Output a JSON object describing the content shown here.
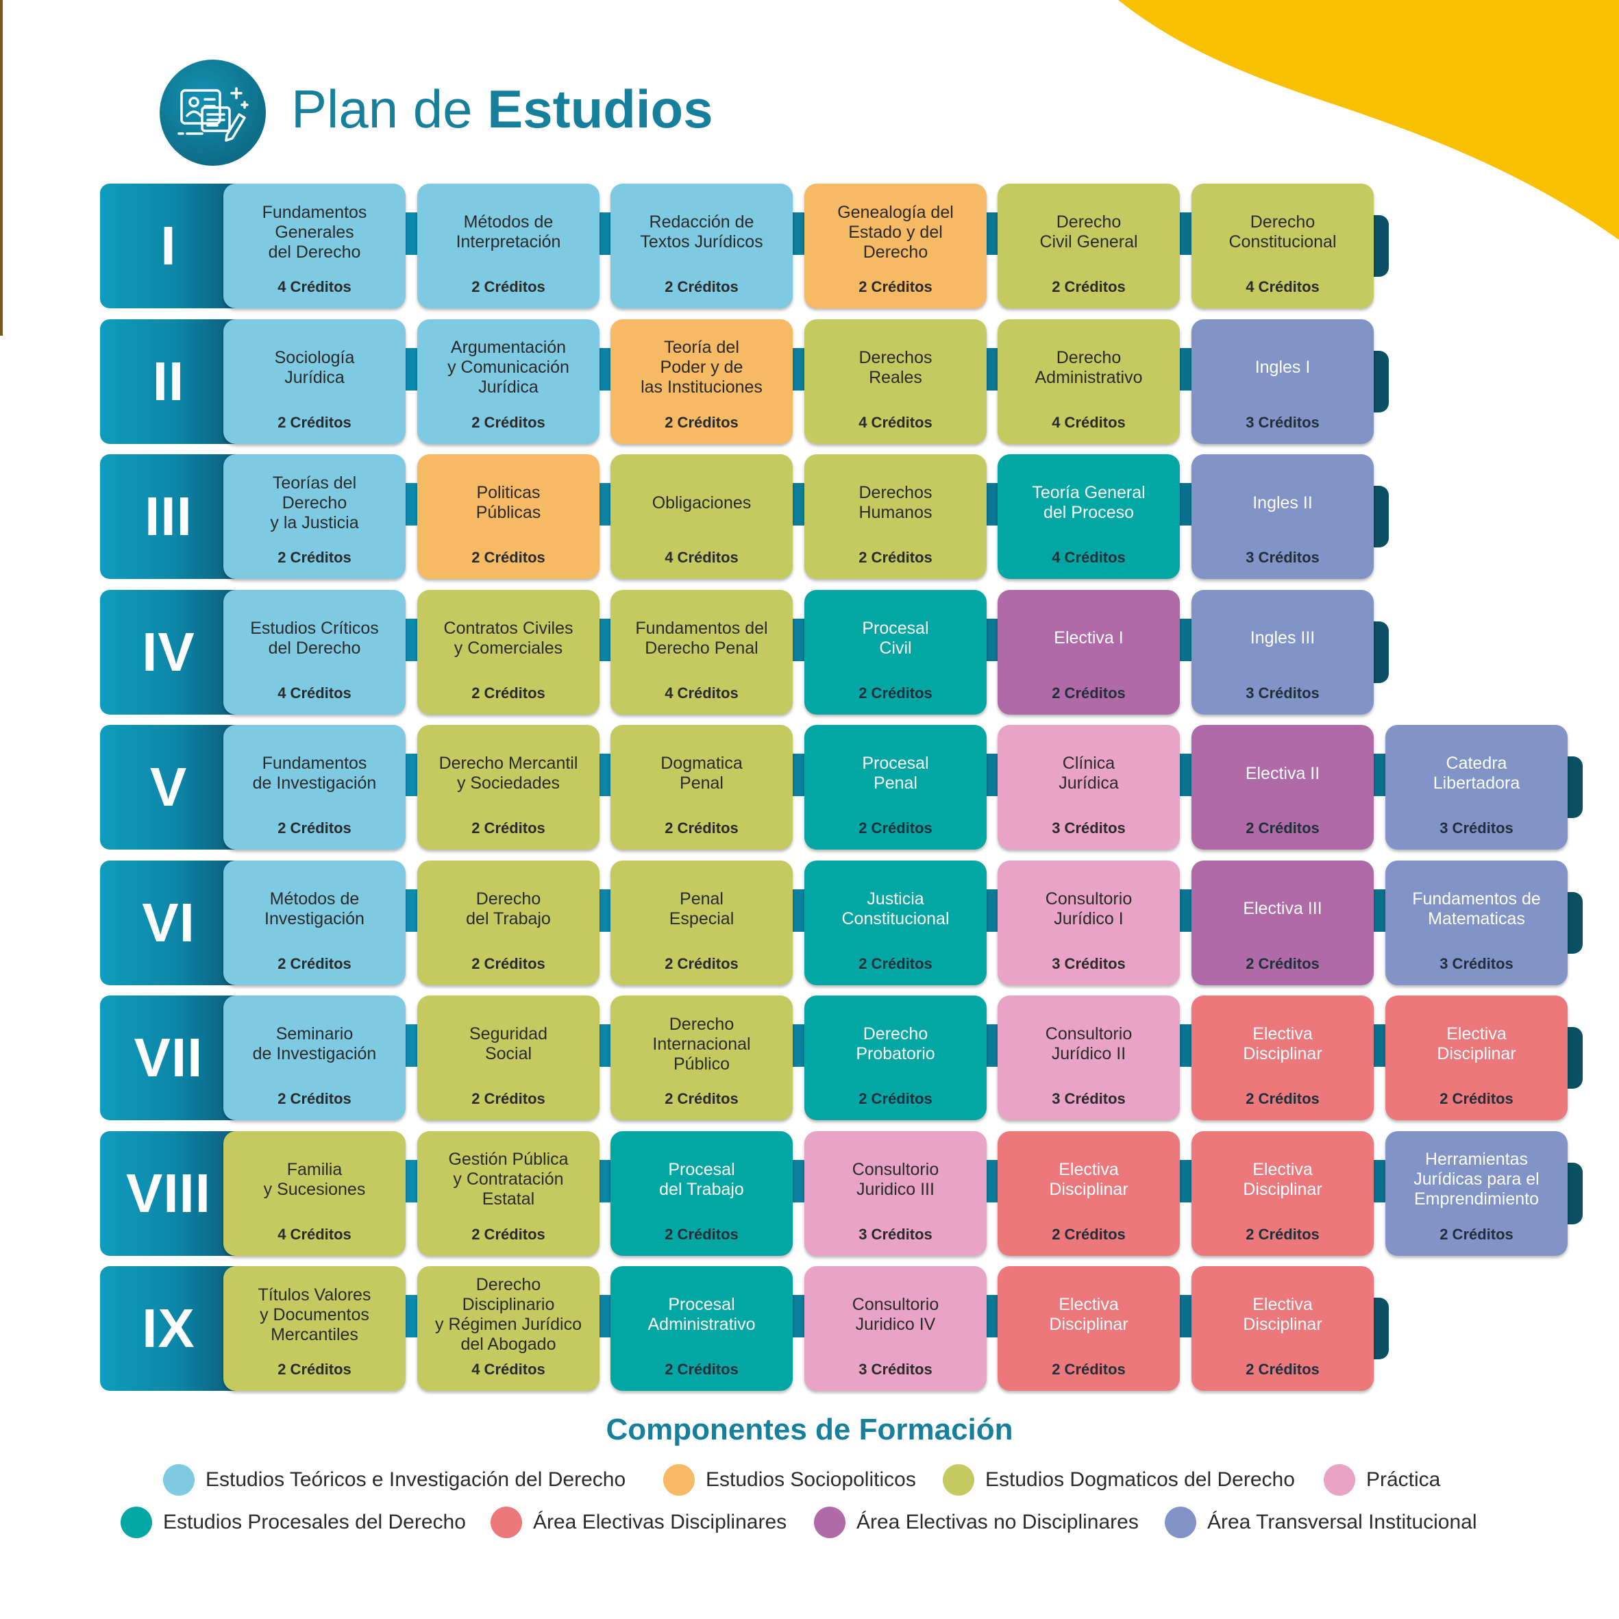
{
  "header": {
    "title_light": "Plan de ",
    "title_bold": "Estudios",
    "icon": "study-plan-icon"
  },
  "colors": {
    "teorico": "#7ecae3",
    "sociopolitico": "#f6b964",
    "dogmatico": "#c5ca60",
    "practica": "#e8a3c6",
    "procesal": "#02a6a3",
    "electiva_disciplinar": "#ec787c",
    "electiva_no_disciplinar": "#b06aa8",
    "transversal": "#8193c7",
    "accent_title": "#157f9c",
    "semester_dark": "#0a4f63",
    "yellow_accent": "#f8c000"
  },
  "semesters": [
    {
      "label": "I",
      "courses": [
        {
          "name": "Fundamentos\nGenerales\ndel Derecho",
          "credits": "4 Créditos",
          "category": "teorico"
        },
        {
          "name": "Métodos de\nInterpretación",
          "credits": "2 Créditos",
          "category": "teorico"
        },
        {
          "name": "Redacción de\nTextos Jurídicos",
          "credits": "2 Créditos",
          "category": "teorico"
        },
        {
          "name": "Genealogía del\nEstado y del\nDerecho",
          "credits": "2 Créditos",
          "category": "sociopolitico"
        },
        {
          "name": "Derecho\nCivil General",
          "credits": "2 Créditos",
          "category": "dogmatico"
        },
        {
          "name": "Derecho\nConstitucional",
          "credits": "4 Créditos",
          "category": "dogmatico"
        }
      ]
    },
    {
      "label": "II",
      "courses": [
        {
          "name": "Sociología\nJurídica",
          "credits": "2 Créditos",
          "category": "teorico"
        },
        {
          "name": "Argumentación\ny Comunicación\nJurídica",
          "credits": "2 Créditos",
          "category": "teorico"
        },
        {
          "name": "Teoría del\nPoder y de\nlas Instituciones",
          "credits": "2 Créditos",
          "category": "sociopolitico"
        },
        {
          "name": "Derechos\nReales",
          "credits": "4 Créditos",
          "category": "dogmatico"
        },
        {
          "name": "Derecho\nAdministrativo",
          "credits": "4 Créditos",
          "category": "dogmatico"
        },
        {
          "name": "Ingles I",
          "credits": "3 Créditos",
          "category": "transversal"
        }
      ]
    },
    {
      "label": "III",
      "courses": [
        {
          "name": "Teorías del\nDerecho\ny la Justicia",
          "credits": "2 Créditos",
          "category": "teorico"
        },
        {
          "name": "Politicas\nPúblicas",
          "credits": "2 Créditos",
          "category": "sociopolitico"
        },
        {
          "name": "Obligaciones",
          "credits": "4 Créditos",
          "category": "dogmatico"
        },
        {
          "name": "Derechos\nHumanos",
          "credits": "2 Créditos",
          "category": "dogmatico"
        },
        {
          "name": "Teoría General\ndel Proceso",
          "credits": "4 Créditos",
          "category": "procesal"
        },
        {
          "name": "Ingles II",
          "credits": "3 Créditos",
          "category": "transversal"
        }
      ]
    },
    {
      "label": "IV",
      "courses": [
        {
          "name": "Estudios Críticos\ndel Derecho",
          "credits": "4 Créditos",
          "category": "teorico"
        },
        {
          "name": "Contratos Civiles\ny Comerciales",
          "credits": "2 Créditos",
          "category": "dogmatico"
        },
        {
          "name": "Fundamentos del\nDerecho Penal",
          "credits": "4 Créditos",
          "category": "dogmatico"
        },
        {
          "name": "Procesal\nCivil",
          "credits": "2 Créditos",
          "category": "procesal"
        },
        {
          "name": "Electiva I",
          "credits": "2 Créditos",
          "category": "electiva_no_disciplinar"
        },
        {
          "name": "Ingles III",
          "credits": "3 Créditos",
          "category": "transversal"
        }
      ]
    },
    {
      "label": "V",
      "courses": [
        {
          "name": "Fundamentos\nde Investigación",
          "credits": "2 Créditos",
          "category": "teorico"
        },
        {
          "name": "Derecho Mercantil\ny Sociedades",
          "credits": "2 Créditos",
          "category": "dogmatico"
        },
        {
          "name": "Dogmatica\nPenal",
          "credits": "2 Créditos",
          "category": "dogmatico"
        },
        {
          "name": "Procesal\nPenal",
          "credits": "2 Créditos",
          "category": "procesal"
        },
        {
          "name": "Clínica\nJurídica",
          "credits": "3 Créditos",
          "category": "practica"
        },
        {
          "name": "Electiva II",
          "credits": "2 Créditos",
          "category": "electiva_no_disciplinar"
        },
        {
          "name": "Catedra\nLibertadora",
          "credits": "3 Créditos",
          "category": "transversal"
        }
      ]
    },
    {
      "label": "VI",
      "courses": [
        {
          "name": "Métodos de\nInvestigación",
          "credits": "2 Créditos",
          "category": "teorico"
        },
        {
          "name": "Derecho\ndel Trabajo",
          "credits": "2 Créditos",
          "category": "dogmatico"
        },
        {
          "name": "Penal\nEspecial",
          "credits": "2 Créditos",
          "category": "dogmatico"
        },
        {
          "name": "Justicia\nConstitucional",
          "credits": "2 Créditos",
          "category": "procesal"
        },
        {
          "name": "Consultorio\nJurídico I",
          "credits": "3 Créditos",
          "category": "practica"
        },
        {
          "name": "Electiva III",
          "credits": "2 Créditos",
          "category": "electiva_no_disciplinar"
        },
        {
          "name": "Fundamentos de\nMatematicas",
          "credits": "3 Créditos",
          "category": "transversal"
        }
      ]
    },
    {
      "label": "VII",
      "courses": [
        {
          "name": "Seminario\nde Investigación",
          "credits": "2 Créditos",
          "category": "teorico"
        },
        {
          "name": "Seguridad\nSocial",
          "credits": "2 Créditos",
          "category": "dogmatico"
        },
        {
          "name": "Derecho\nInternacional\nPúblico",
          "credits": "2 Créditos",
          "category": "dogmatico"
        },
        {
          "name": "Derecho\nProbatorio",
          "credits": "2 Créditos",
          "category": "procesal"
        },
        {
          "name": "Consultorio\nJurídico II",
          "credits": "3 Créditos",
          "category": "practica"
        },
        {
          "name": "Electiva\nDisciplinar",
          "credits": "2 Créditos",
          "category": "electiva_disciplinar"
        },
        {
          "name": "Electiva\nDisciplinar",
          "credits": "2 Créditos",
          "category": "electiva_disciplinar"
        }
      ]
    },
    {
      "label": "VIII",
      "courses": [
        {
          "name": "Familia\ny Sucesiones",
          "credits": "4 Créditos",
          "category": "dogmatico"
        },
        {
          "name": "Gestión Pública\ny Contratación\nEstatal",
          "credits": "2 Créditos",
          "category": "dogmatico"
        },
        {
          "name": "Procesal\ndel Trabajo",
          "credits": "2 Créditos",
          "category": "procesal"
        },
        {
          "name": "Consultorio\nJuridico III",
          "credits": "3 Créditos",
          "category": "practica"
        },
        {
          "name": "Electiva\nDisciplinar",
          "credits": "2 Créditos",
          "category": "electiva_disciplinar"
        },
        {
          "name": "Electiva\nDisciplinar",
          "credits": "2 Créditos",
          "category": "electiva_disciplinar"
        },
        {
          "name": "Herramientas\nJurídicas para el\nEmprendimiento",
          "credits": "2 Créditos",
          "category": "transversal"
        }
      ]
    },
    {
      "label": "IX",
      "courses": [
        {
          "name": "Títulos Valores\ny Documentos\nMercantiles",
          "credits": "2 Créditos",
          "category": "dogmatico"
        },
        {
          "name": "Derecho\nDisciplinario\ny Régimen Jurídico\ndel Abogado",
          "credits": "4 Créditos",
          "category": "dogmatico"
        },
        {
          "name": "Procesal\nAdministrativo",
          "credits": "2 Créditos",
          "category": "procesal"
        },
        {
          "name": "Consultorio\nJuridico IV",
          "credits": "3 Créditos",
          "category": "practica"
        },
        {
          "name": "Electiva\nDisciplinar",
          "credits": "2 Créditos",
          "category": "electiva_disciplinar"
        },
        {
          "name": "Electiva\nDisciplinar",
          "credits": "2 Créditos",
          "category": "electiva_disciplinar"
        }
      ]
    }
  ],
  "legend": {
    "title": "Componentes de Formación",
    "items": [
      {
        "label": "Estudios Teóricos e Investigación del Derecho",
        "category": "teorico"
      },
      {
        "label": "Estudios Sociopoliticos",
        "category": "sociopolitico"
      },
      {
        "label": "Estudios Dogmaticos del Derecho",
        "category": "dogmatico"
      },
      {
        "label": "Práctica",
        "category": "practica"
      },
      {
        "label": "Estudios Procesales del Derecho",
        "category": "procesal"
      },
      {
        "label": "Área Electivas Disciplinares",
        "category": "electiva_disciplinar"
      },
      {
        "label": "Área Electivas no Disciplinares",
        "category": "electiva_no_disciplinar"
      },
      {
        "label": "Área Transversal Institucional",
        "category": "transversal"
      }
    ]
  }
}
